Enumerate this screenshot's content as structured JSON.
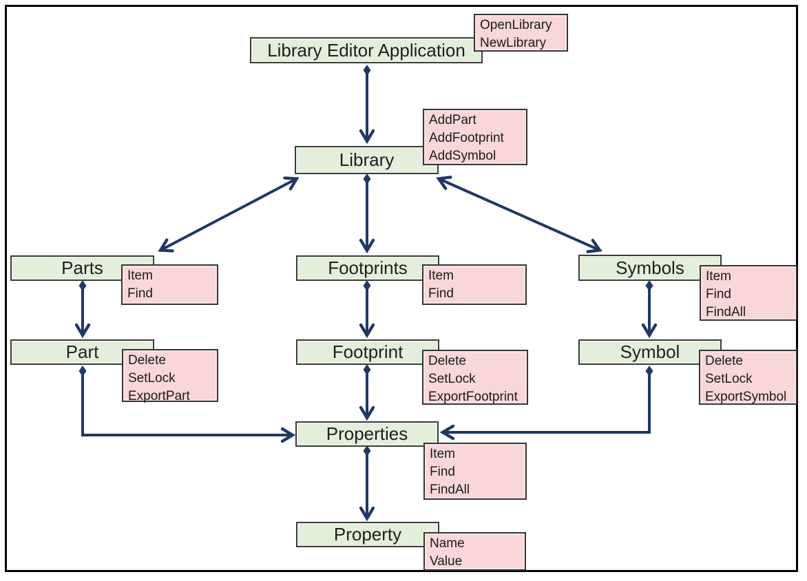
{
  "diagram": {
    "kind": "object-model",
    "colors": {
      "box_fill_green": "#e4efdb",
      "box_fill_pink": "#f9d7d9",
      "box_border": "#3a3a3a",
      "arrow": "#203864",
      "frame": "#000000",
      "background": "#ffffff"
    },
    "nodes": {
      "app": {
        "label": "Library Editor Application",
        "methods": [
          "OpenLibrary",
          "NewLibrary"
        ]
      },
      "library": {
        "label": "Library",
        "methods": [
          "AddPart",
          "AddFootprint",
          "AddSymbol"
        ]
      },
      "parts": {
        "label": "Parts",
        "methods": [
          "Item",
          "Find"
        ]
      },
      "footprints": {
        "label": "Footprints",
        "methods": [
          "Item",
          "Find"
        ]
      },
      "symbols": {
        "label": "Symbols",
        "methods": [
          "Item",
          "Find",
          "FindAll"
        ]
      },
      "part": {
        "label": "Part",
        "methods": [
          "Delete",
          "SetLock",
          "ExportPart"
        ]
      },
      "footprint": {
        "label": "Footprint",
        "methods": [
          "Delete",
          "SetLock",
          "ExportFootprint"
        ]
      },
      "symbol": {
        "label": "Symbol",
        "methods": [
          "Delete",
          "SetLock",
          "ExportSymbol"
        ]
      },
      "properties": {
        "label": "Properties",
        "methods": [
          "Item",
          "Find",
          "FindAll"
        ]
      },
      "property": {
        "label": "Property",
        "methods": [
          "Name",
          "Value"
        ]
      }
    },
    "edges": [
      {
        "from": "app",
        "to": "library"
      },
      {
        "from": "library",
        "to": "parts"
      },
      {
        "from": "library",
        "to": "footprints"
      },
      {
        "from": "library",
        "to": "symbols"
      },
      {
        "from": "parts",
        "to": "part"
      },
      {
        "from": "footprints",
        "to": "footprint"
      },
      {
        "from": "symbols",
        "to": "symbol"
      },
      {
        "from": "part",
        "to": "properties"
      },
      {
        "from": "footprint",
        "to": "properties"
      },
      {
        "from": "symbol",
        "to": "properties"
      },
      {
        "from": "properties",
        "to": "property"
      }
    ]
  }
}
